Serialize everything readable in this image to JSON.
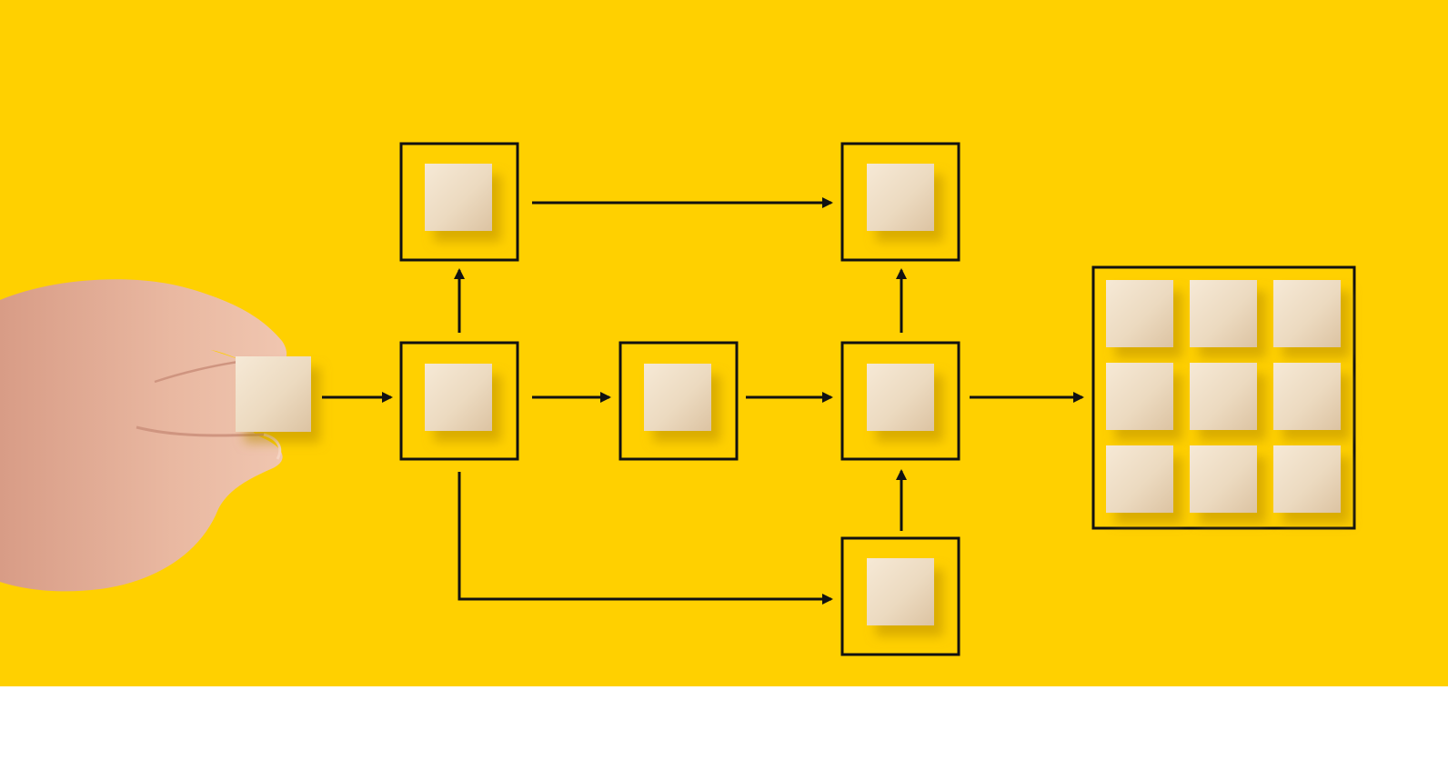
{
  "colors": {
    "background": "#ffd000",
    "frame_stroke": "#111111",
    "wood_light": "#f3e4cf",
    "wood_mid": "#e6d1b4",
    "wood_dark": "#c9b08f",
    "skin": "#e7b39a",
    "below_band": "#ffffff"
  },
  "icons": [
    "hand",
    "wooden-block",
    "arrow",
    "frame"
  ]
}
